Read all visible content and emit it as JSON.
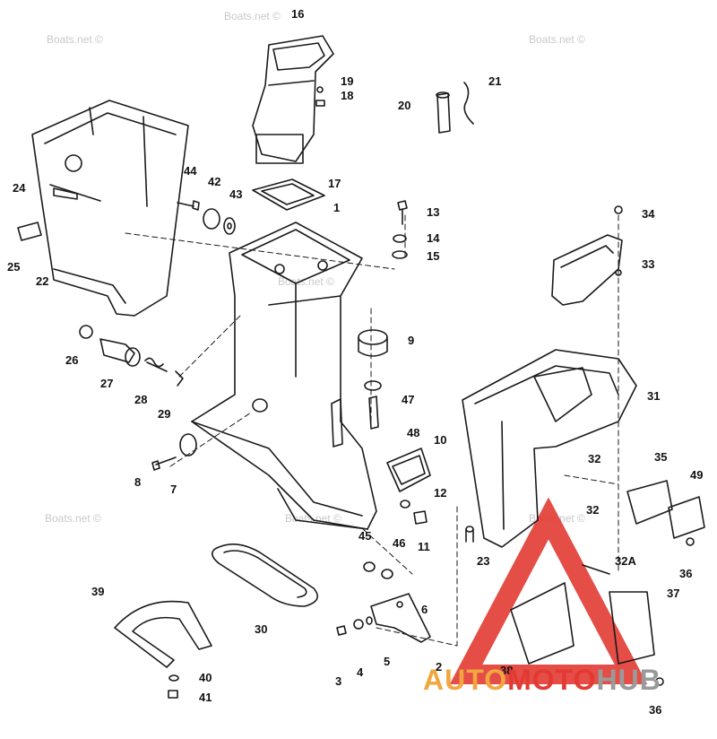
{
  "watermarks": [
    "Boats.net ©",
    "Boats.net ©",
    "Boats.net ©",
    "Boats.net ©",
    "Boats.net ©",
    "Boats.net ©",
    "Boats.net ©"
  ],
  "brand": {
    "part1": "AUTO",
    "part2": "MOTO",
    "part3": "HUB",
    "colors": {
      "part1": "#f2a640",
      "part2": "#e23a33",
      "part3": "#9a9a9a",
      "logo": "#e23a33"
    }
  },
  "callouts": [
    "16",
    "19",
    "18",
    "21",
    "20",
    "44",
    "42",
    "43",
    "17",
    "1",
    "13",
    "14",
    "15",
    "24",
    "25",
    "22",
    "34",
    "33",
    "26",
    "27",
    "28",
    "29",
    "9",
    "47",
    "48",
    "31",
    "8",
    "7",
    "10",
    "12",
    "11",
    "32",
    "35",
    "49",
    "32",
    "23",
    "45",
    "46",
    "32A",
    "36",
    "39",
    "30",
    "37",
    "6",
    "38",
    "40",
    "41",
    "3",
    "4",
    "5",
    "2",
    "36"
  ],
  "colors": {
    "line": "#1a1a1a"
  }
}
